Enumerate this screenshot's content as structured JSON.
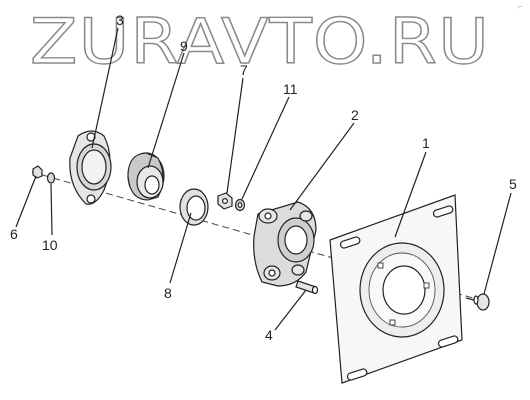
{
  "watermark": "ZURAVTO.RU",
  "corner_mark": "⌐",
  "callouts": [
    {
      "number": "1"
    },
    {
      "number": "2"
    },
    {
      "number": "3"
    },
    {
      "number": "4"
    },
    {
      "number": "5"
    },
    {
      "number": "6"
    },
    {
      "number": "7"
    },
    {
      "number": "8"
    },
    {
      "number": "9"
    },
    {
      "number": "10"
    },
    {
      "number": "11"
    }
  ]
}
